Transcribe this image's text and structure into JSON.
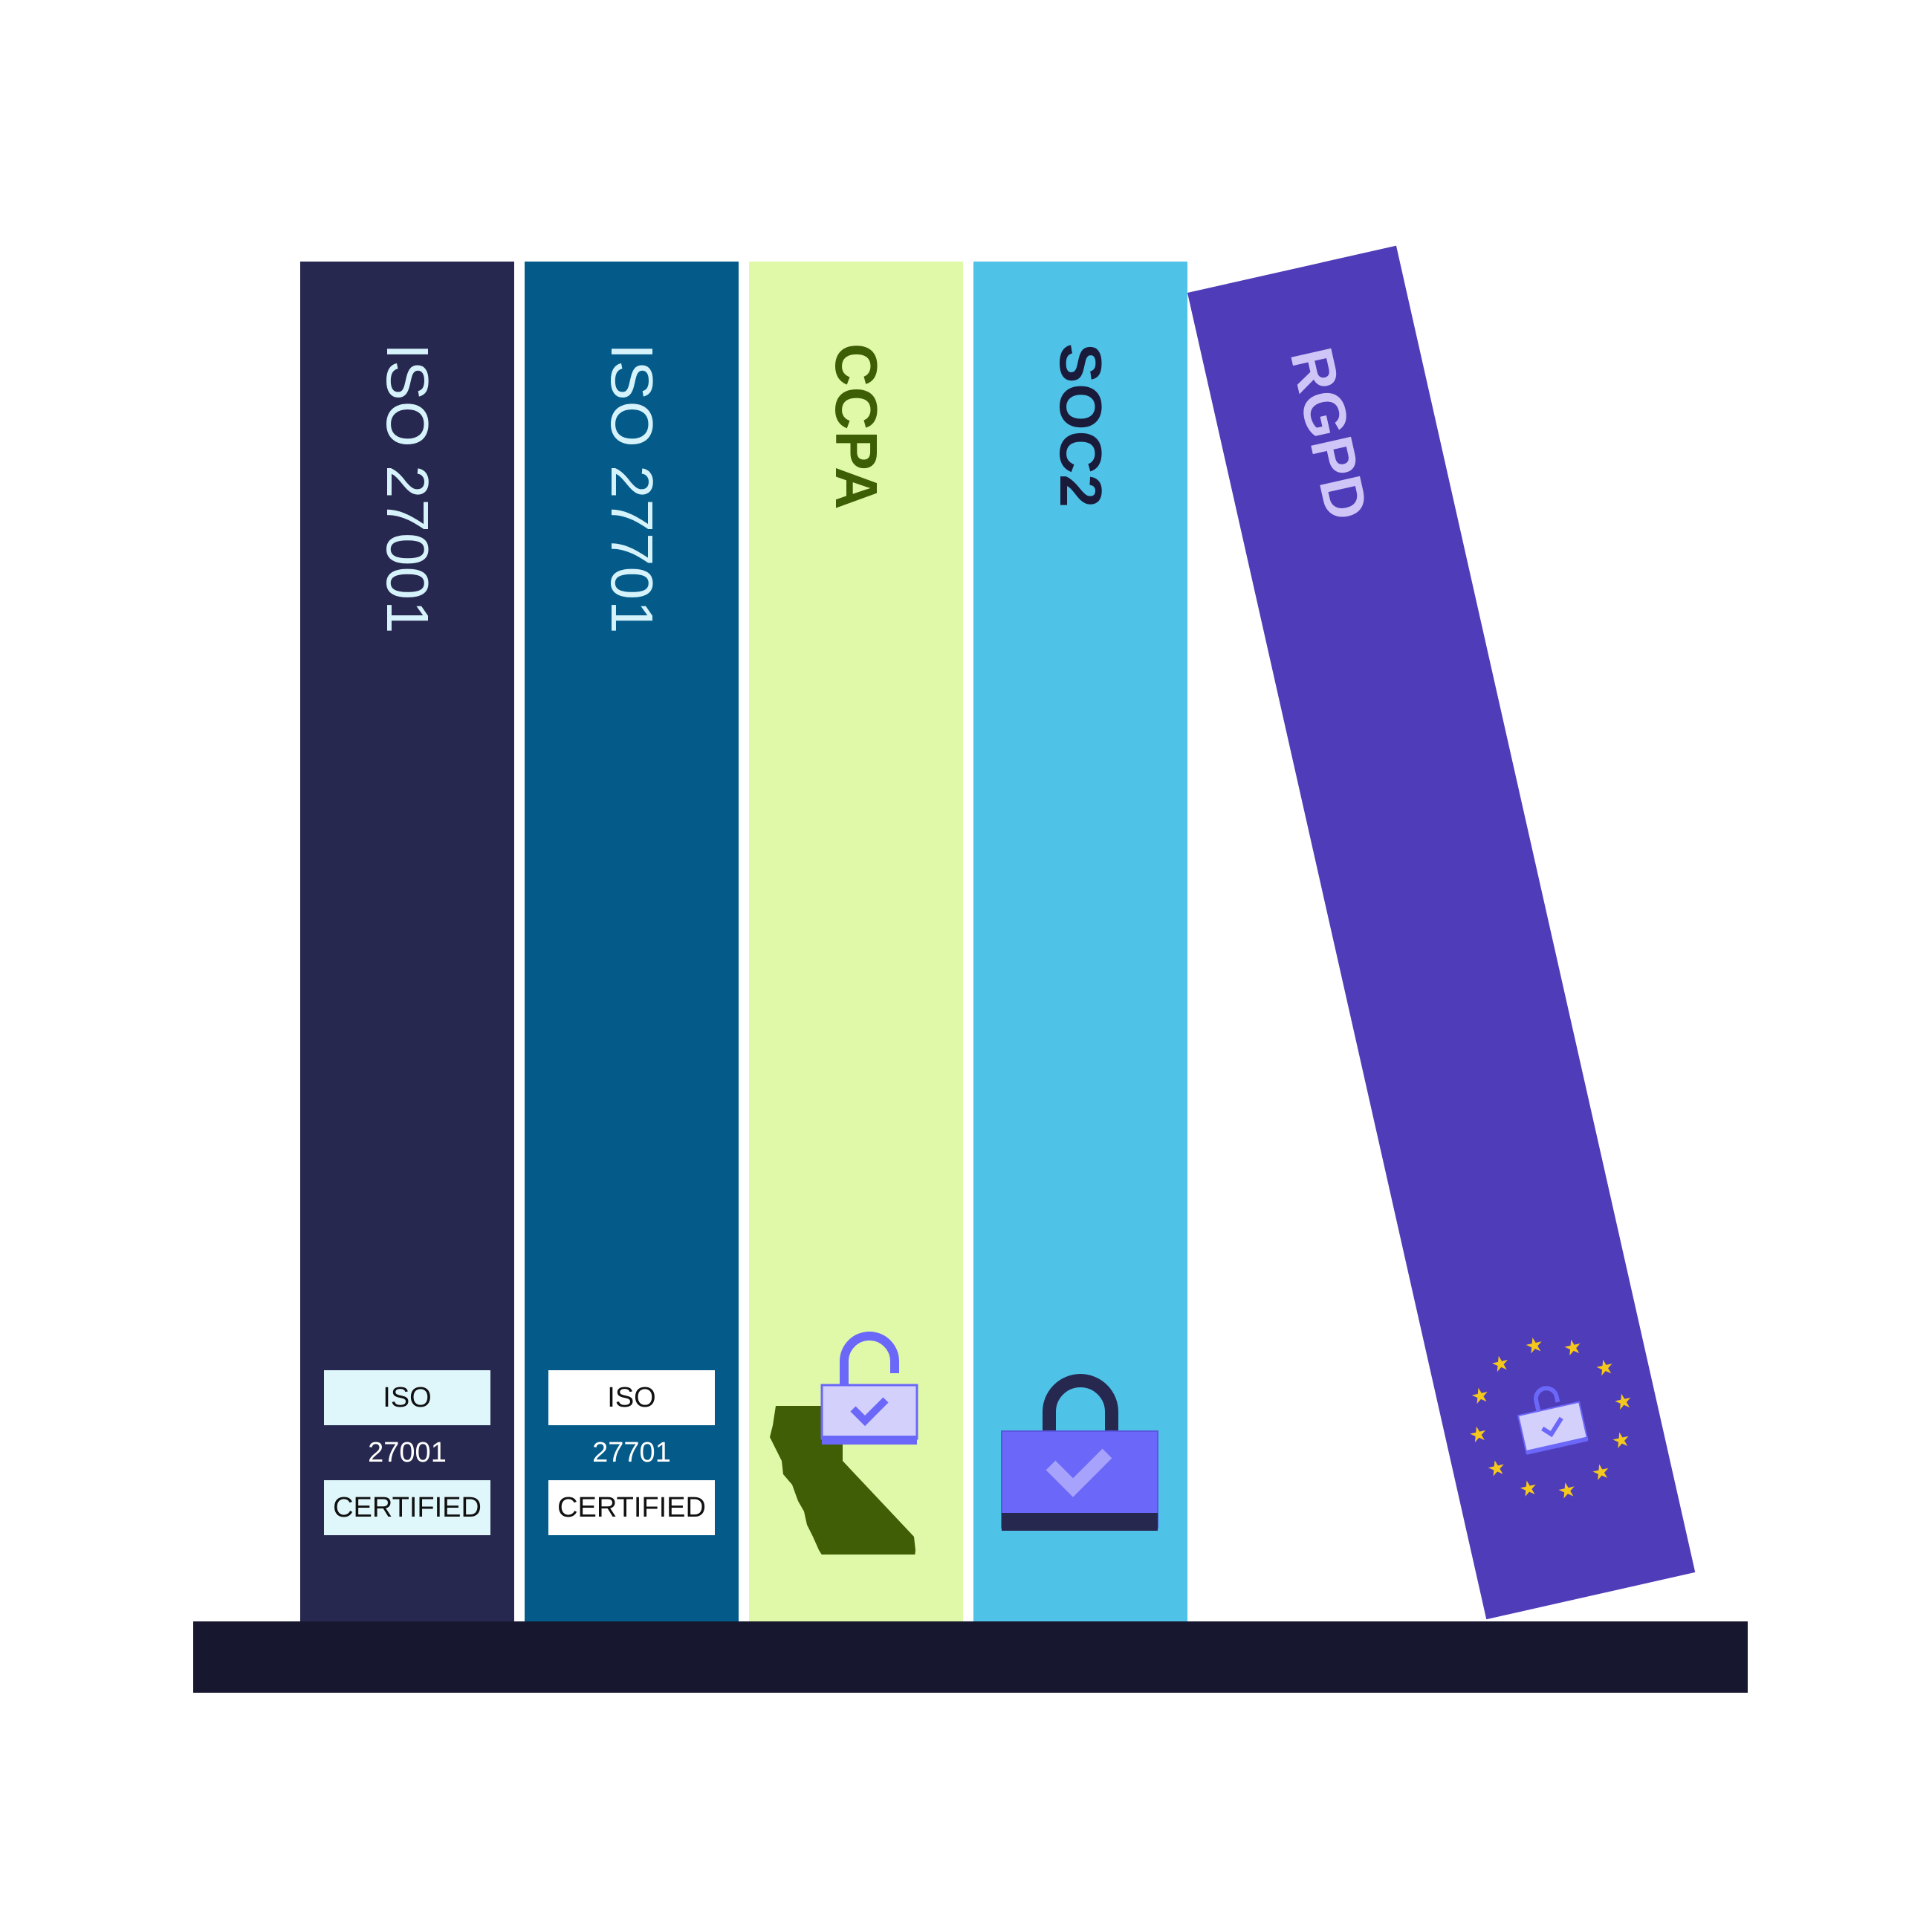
{
  "colors": {
    "book_iso27001": "#27284f",
    "book_iso27701": "#045b8a",
    "book_ccpa": "#e0f9a9",
    "book_soc2": "#4fc2e8",
    "book_rgpd": "#4f3cb8",
    "shelf": "#171830",
    "title_light": "#d6f3fb",
    "title_ccpa": "#3d5e05",
    "title_soc2": "#1a1a3a",
    "title_rgpd": "#cfc6f7",
    "lock_body": "#6b67f8",
    "lock_light": "#d3d0fb",
    "stars": "#f5c81c",
    "california": "#405e05"
  },
  "books": [
    {
      "title": "ISO 27001",
      "badge": {
        "top": "ISO",
        "number": "27001",
        "bottom": "CERTIFIED"
      }
    },
    {
      "title": "ISO 27701",
      "badge": {
        "top": "ISO",
        "number": "27701",
        "bottom": "CERTIFIED"
      }
    },
    {
      "title": "CCPA",
      "icon": "california-lock-icon"
    },
    {
      "title": "SOC2",
      "icon": "padlock-check-icon"
    },
    {
      "title": "RGPD",
      "icon": "eu-stars-lock-icon"
    }
  ]
}
